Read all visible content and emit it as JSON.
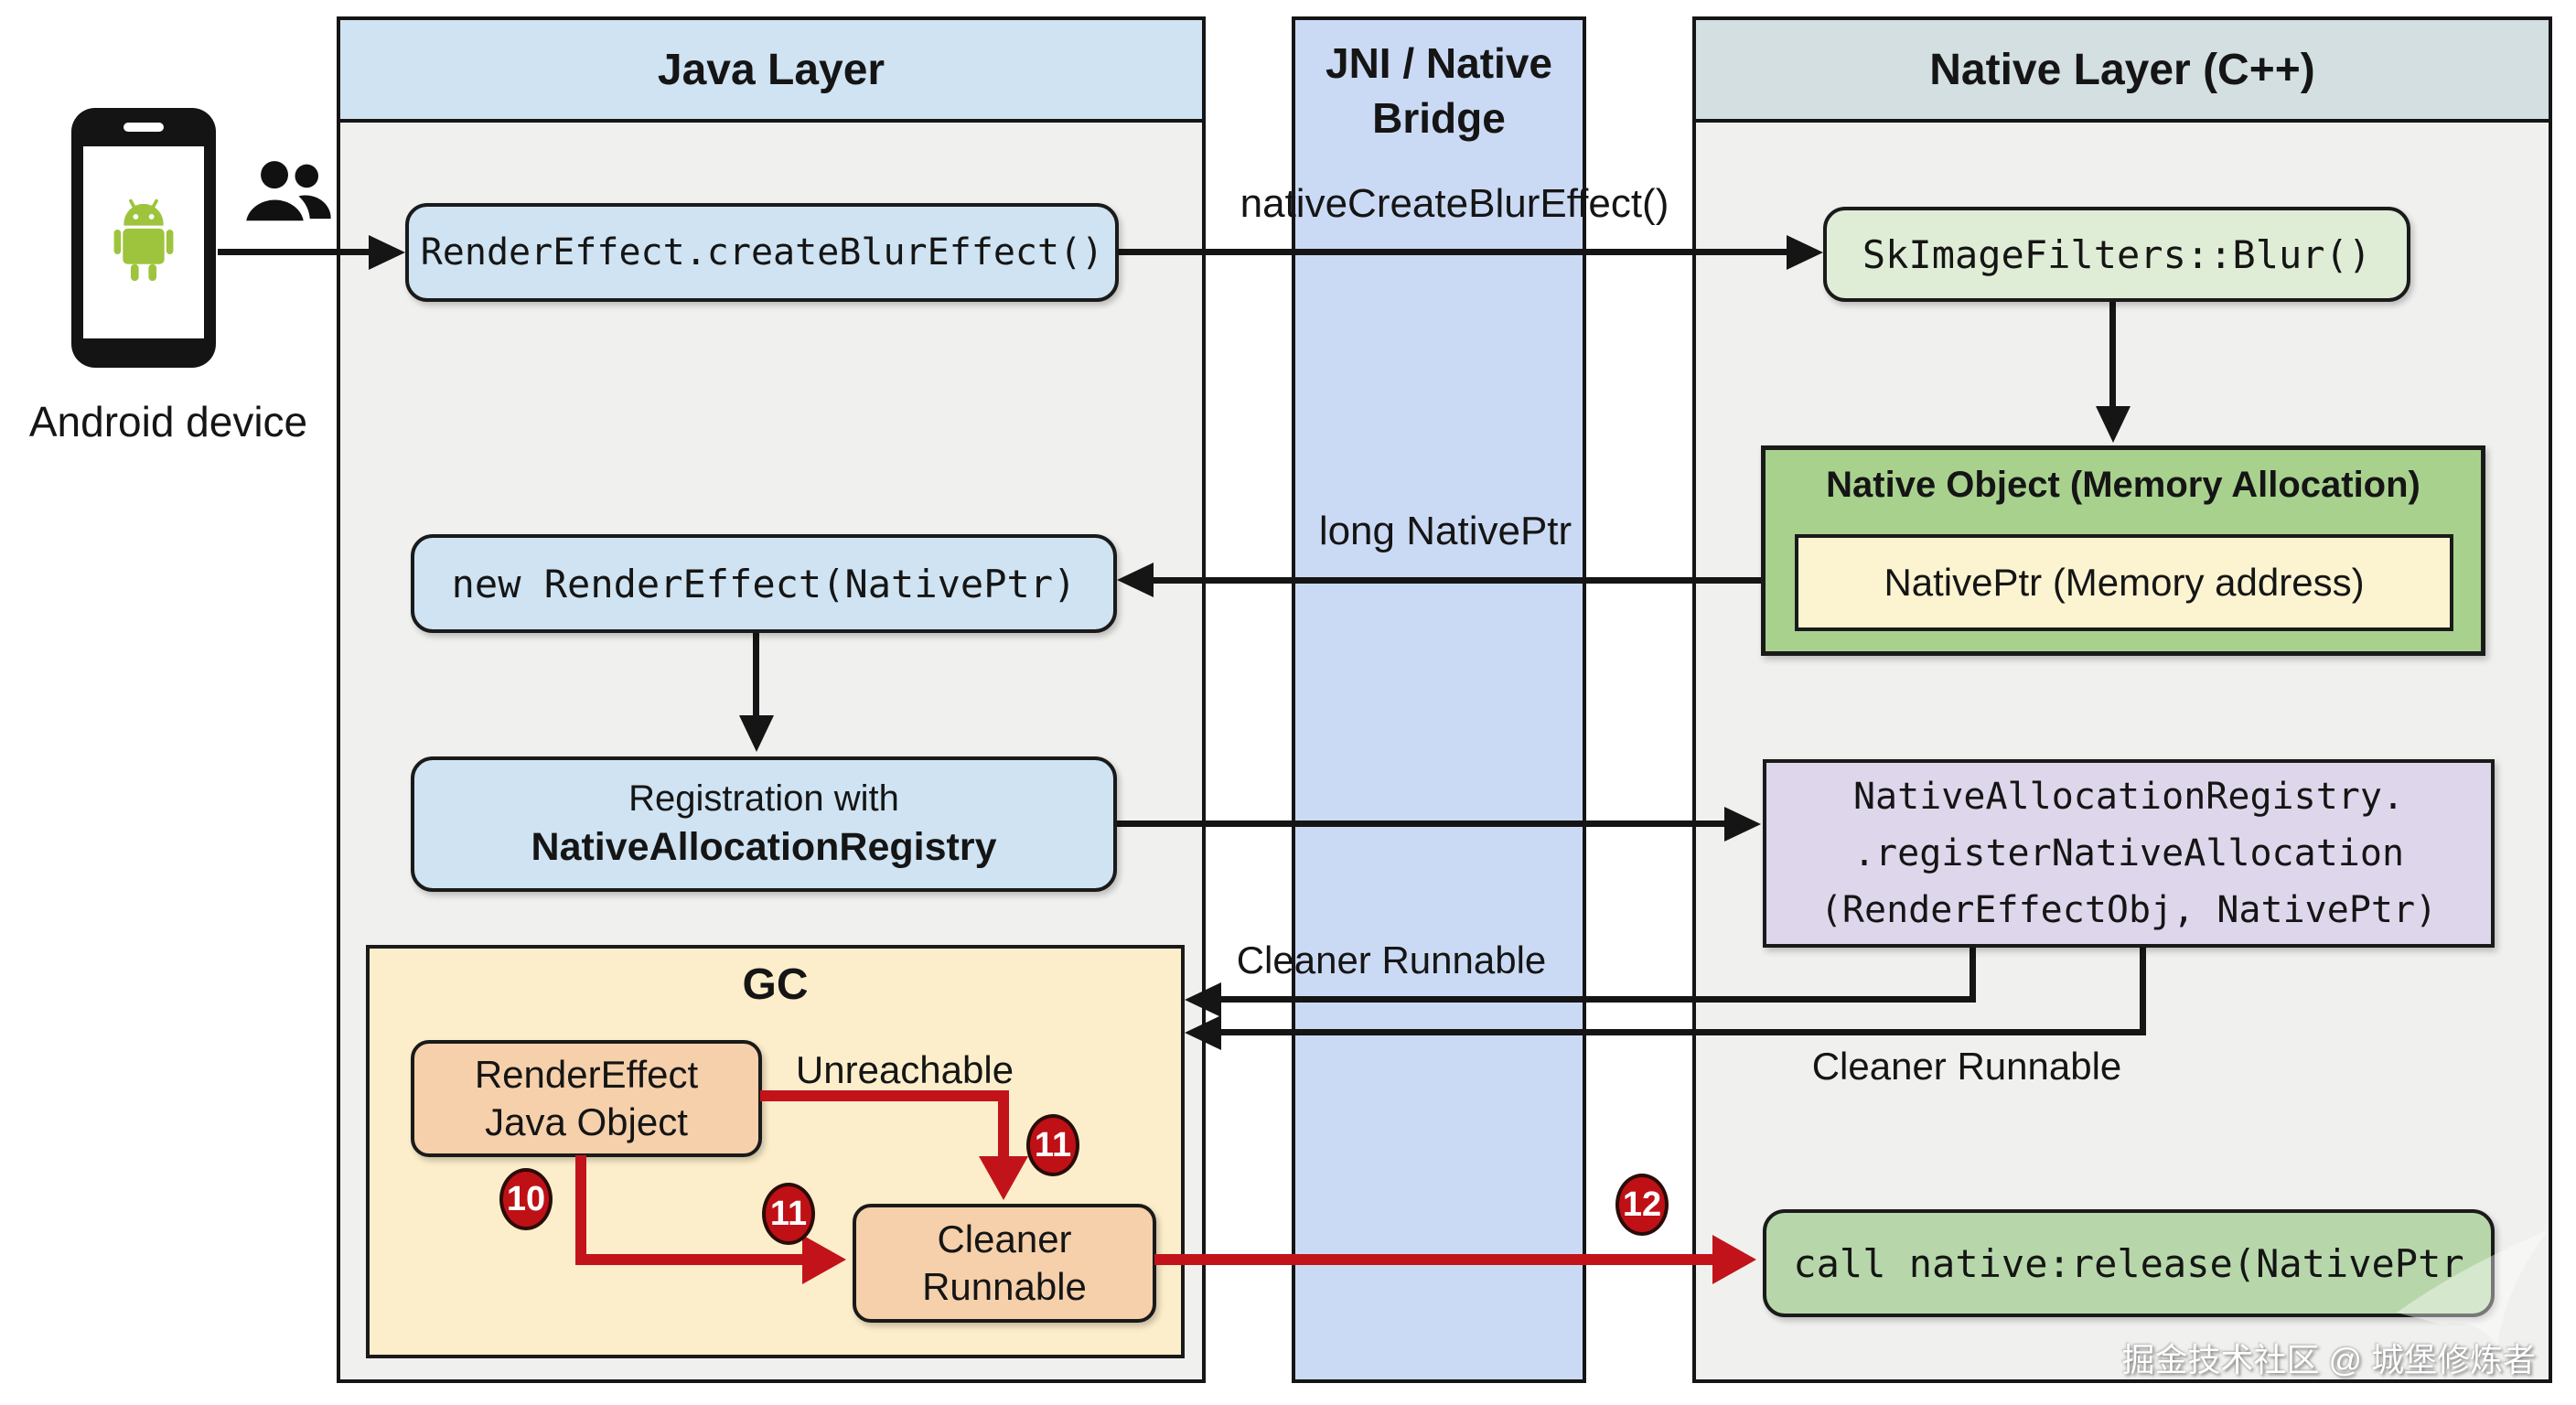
{
  "columns": {
    "java": {
      "title": "Java Layer"
    },
    "bridge": {
      "title": "JNI / Native Bridge"
    },
    "native": {
      "title": "Native Layer (C++)"
    }
  },
  "device": {
    "label": "Android device"
  },
  "nodes": {
    "create_blur": "RenderEffect.createBlurEffect()",
    "sk_blur": "SkImageFilters::Blur()",
    "native_object_title": "Native Object (Memory Allocation)",
    "native_ptr": "NativePtr (Memory address)",
    "new_render_effect": "new RenderEffect(NativePtr)",
    "registration_line1": "Registration with",
    "registration_line2": "NativeAllocationRegistry",
    "registry_call_line1": "NativeAllocationRegistry.",
    "registry_call_line2": ".registerNativeAllocation",
    "registry_call_line3": "(RenderEffectObj, NativePtr)",
    "gc_title": "GC",
    "render_effect_obj_line1": "RenderEffect",
    "render_effect_obj_line2": "Java Object",
    "cleaner_node_line1": "Cleaner",
    "cleaner_node_line2": "Runnable",
    "release_call": "call native:release(NativePtr"
  },
  "labels": {
    "native_create_blur": "nativeCreateBlurEffect()",
    "long_native_ptr": "long NativePtr",
    "cleaner_runnable_upper": "Cleaner Runnable",
    "cleaner_runnable_lower": "Cleaner Runnable",
    "unreachable": "Unreachable"
  },
  "badges": {
    "step10": "10",
    "step11_unreachable": "11",
    "step11_gc": "11",
    "step12": "12"
  },
  "watermark": {
    "text": "掘金技术社区 @ 城堡修炼者"
  },
  "colors": {
    "accent_red": "#c2131b",
    "badge_red": "#bf1016",
    "java_header": "#cfe3f2",
    "native_header": "#d3dfe1",
    "bridge_fill": "#cbdaf4",
    "column_body": "#f0f1ee",
    "box_blue": "#cfe3f2",
    "box_green_light": "#e0edd6",
    "box_green": "#a9d18e",
    "box_yellow": "#fcf3d0",
    "box_purple": "#ded7eb",
    "box_cream": "#fdeecb",
    "box_peach": "#f6d0aa",
    "box_release_green": "#b7d7aa",
    "android_green": "#9dc43c",
    "line_black": "#151515"
  }
}
